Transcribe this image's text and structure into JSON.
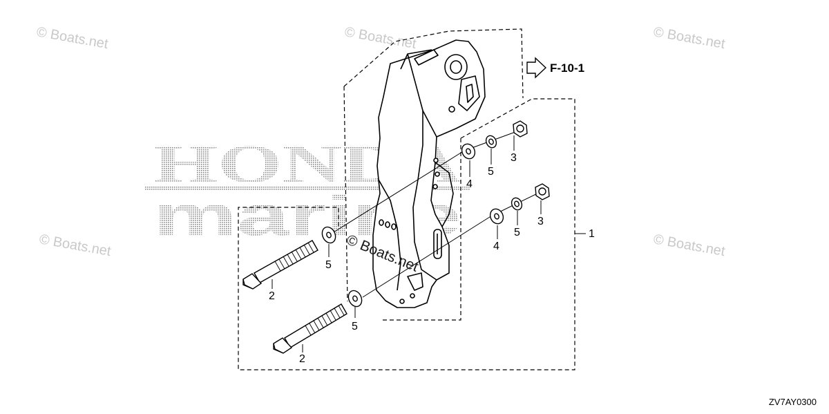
{
  "diagram": {
    "part_labels": {
      "p1": "1",
      "p2a": "2",
      "p2b": "2",
      "p3a": "3",
      "p3b": "3",
      "p4a": "4",
      "p4b": "4",
      "p5a": "5",
      "p5b": "5",
      "p5c": "5",
      "p5d": "5"
    },
    "reference": "F-10-1",
    "diagram_code": "ZV7AY0300",
    "watermark": "© Boats.net",
    "brand_logo": "HONDA MARINE",
    "colors": {
      "line": "#000000",
      "watermark": "#c9c9c9",
      "logo_dots": "#8a8a8a"
    }
  }
}
